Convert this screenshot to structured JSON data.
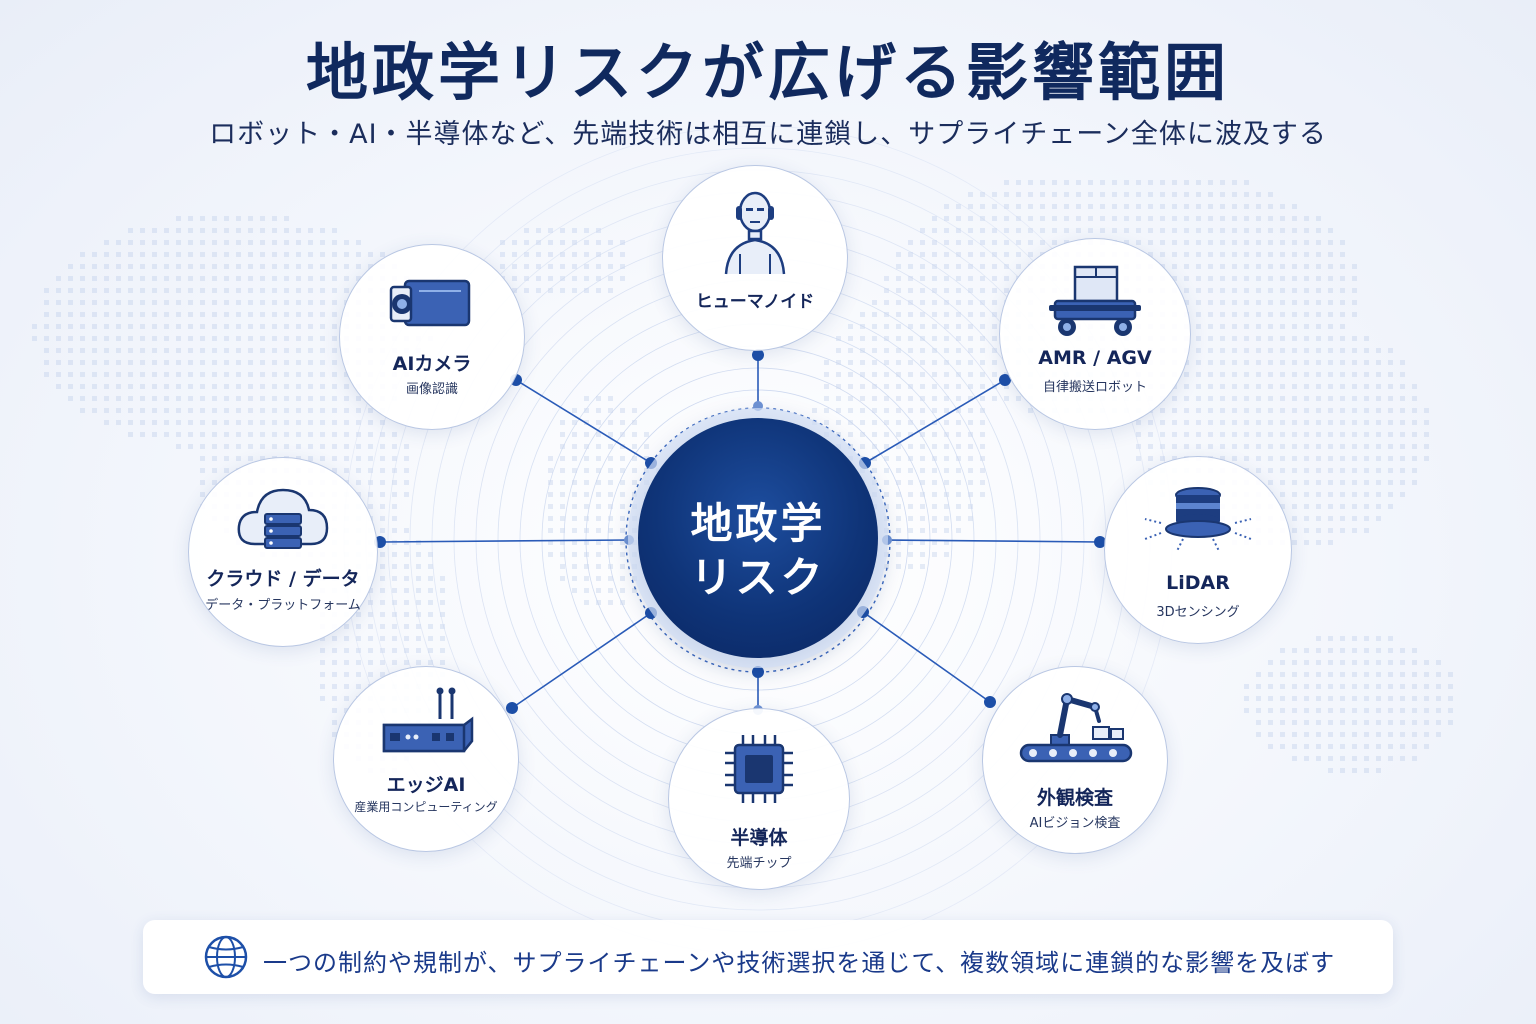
{
  "title": "地政学リスクが広げる影響範囲",
  "subtitle": "ロボット・AI・半導体など、先端技術は相互に連鎖し、サプライチェーン全体に波及する",
  "center": {
    "line1": "地政学",
    "line2": "リスク"
  },
  "nodes": {
    "humanoid": {
      "label": "ヒューマノイド",
      "sub": ""
    },
    "ai_camera": {
      "label": "AIカメラ",
      "sub": "画像認識"
    },
    "amr": {
      "label": "AMR / AGV",
      "sub": "自律搬送ロボット"
    },
    "cloud": {
      "label": "クラウド / データ",
      "sub": "データ・プラットフォーム"
    },
    "lidar": {
      "label": "LiDAR",
      "sub": "3Dセンシング"
    },
    "edge": {
      "label": "エッジAI",
      "sub": "産業用コンピューティング"
    },
    "semiconductor": {
      "label": "半導体",
      "sub": "先端チップ"
    },
    "inspection": {
      "label": "外観検査",
      "sub": "AIビジョン検査"
    }
  },
  "footer": {
    "text": "一つの制約や規制が、サプライチェーンや技術選択を通じて、複数領域に連鎖的な影響を及ぼす",
    "icon": "globe-icon"
  },
  "colors": {
    "primary": "#10295e",
    "accent": "#1d4fa8",
    "line": "#2a5bb8",
    "node_border": "#b9c7e3"
  }
}
